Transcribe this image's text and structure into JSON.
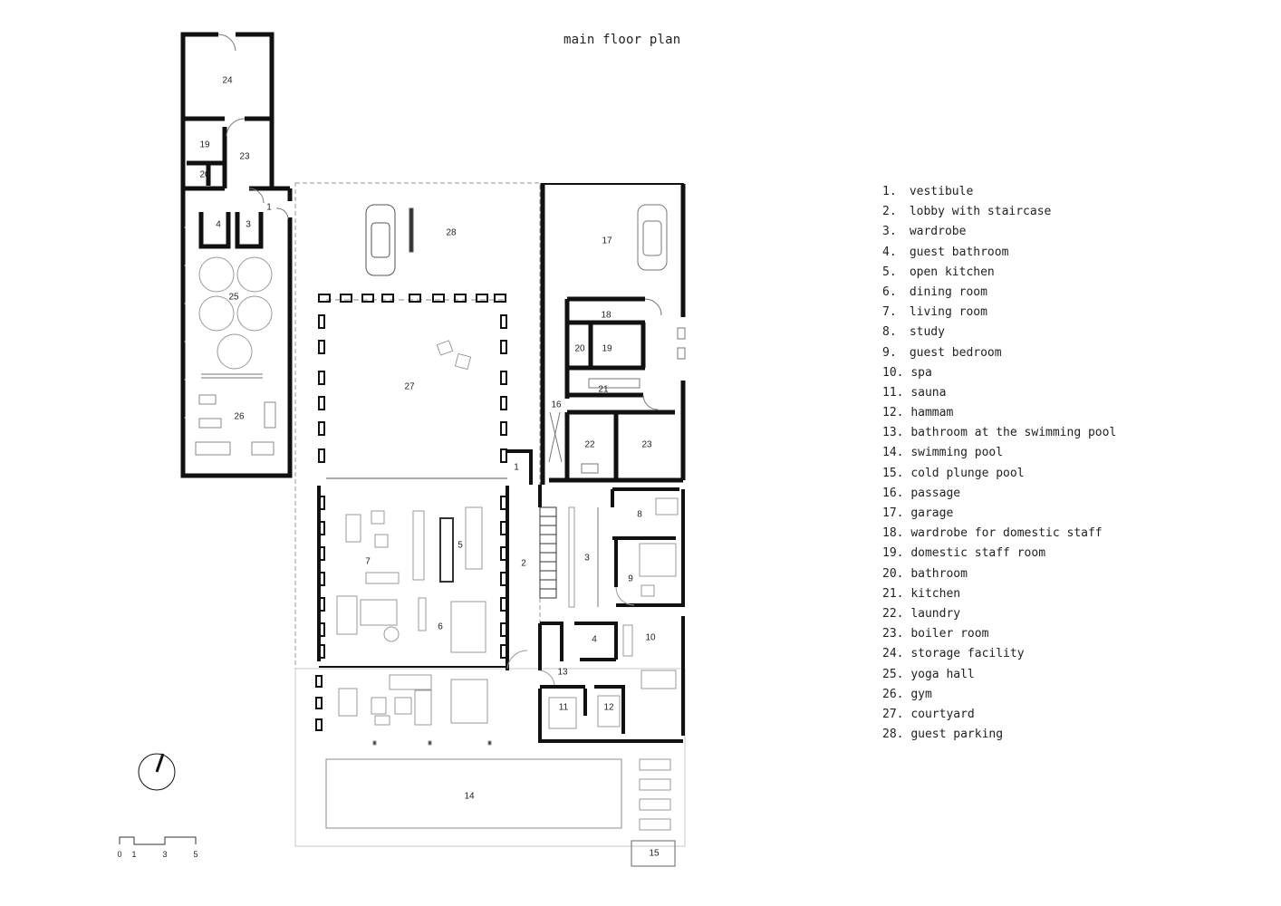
{
  "title": "main floor plan",
  "legend": [
    {
      "num": "1.",
      "label": "vestibule"
    },
    {
      "num": "2.",
      "label": "lobby with staircase"
    },
    {
      "num": "3.",
      "label": "wardrobe"
    },
    {
      "num": "4.",
      "label": "guest bathroom"
    },
    {
      "num": "5.",
      "label": "open kitchen"
    },
    {
      "num": "6.",
      "label": "dining room"
    },
    {
      "num": "7.",
      "label": "living room"
    },
    {
      "num": "8.",
      "label": "study"
    },
    {
      "num": "9.",
      "label": "guest bedroom"
    },
    {
      "num": "10.",
      "label": "spa"
    },
    {
      "num": "11.",
      "label": "sauna"
    },
    {
      "num": "12.",
      "label": "hammam"
    },
    {
      "num": "13.",
      "label": "bathroom at the swimming pool"
    },
    {
      "num": "14.",
      "label": "swimming pool"
    },
    {
      "num": "15.",
      "label": "cold plunge pool"
    },
    {
      "num": "16.",
      "label": "passage"
    },
    {
      "num": "17.",
      "label": "garage"
    },
    {
      "num": "18.",
      "label": "wardrobe for domestic staff"
    },
    {
      "num": "19.",
      "label": "domestic staff room"
    },
    {
      "num": "20.",
      "label": "bathroom"
    },
    {
      "num": "21.",
      "label": "kitchen"
    },
    {
      "num": "22.",
      "label": "laundry"
    },
    {
      "num": "23.",
      "label": "boiler room"
    },
    {
      "num": "24.",
      "label": "storage facility"
    },
    {
      "num": "25.",
      "label": "yoga hall"
    },
    {
      "num": "26.",
      "label": "gym"
    },
    {
      "num": "27.",
      "label": "courtyard"
    },
    {
      "num": "28.",
      "label": "guest parking"
    }
  ],
  "room_labels": {
    "r24": "24",
    "r19a": "19",
    "r23a": "23",
    "r20a": "20",
    "r1a": "1",
    "r4a": "4",
    "r3a": "3",
    "r25": "25",
    "r26": "26",
    "r28": "28",
    "r17": "17",
    "r18": "18",
    "r20b": "20",
    "r19b": "19",
    "r21": "21",
    "r16": "16",
    "r22": "22",
    "r23b": "23",
    "r27": "27",
    "r1b": "1",
    "r8": "8",
    "r5": "5",
    "r7": "7",
    "r2": "2",
    "r3b": "3",
    "r9": "9",
    "r6": "6",
    "r4b": "4",
    "r10": "10",
    "r13": "13",
    "r11": "11",
    "r12": "12",
    "r14": "14",
    "r15": "15"
  },
  "scale_bar": {
    "t0": "0",
    "t1": "1",
    "t3": "3",
    "t5": "5"
  }
}
